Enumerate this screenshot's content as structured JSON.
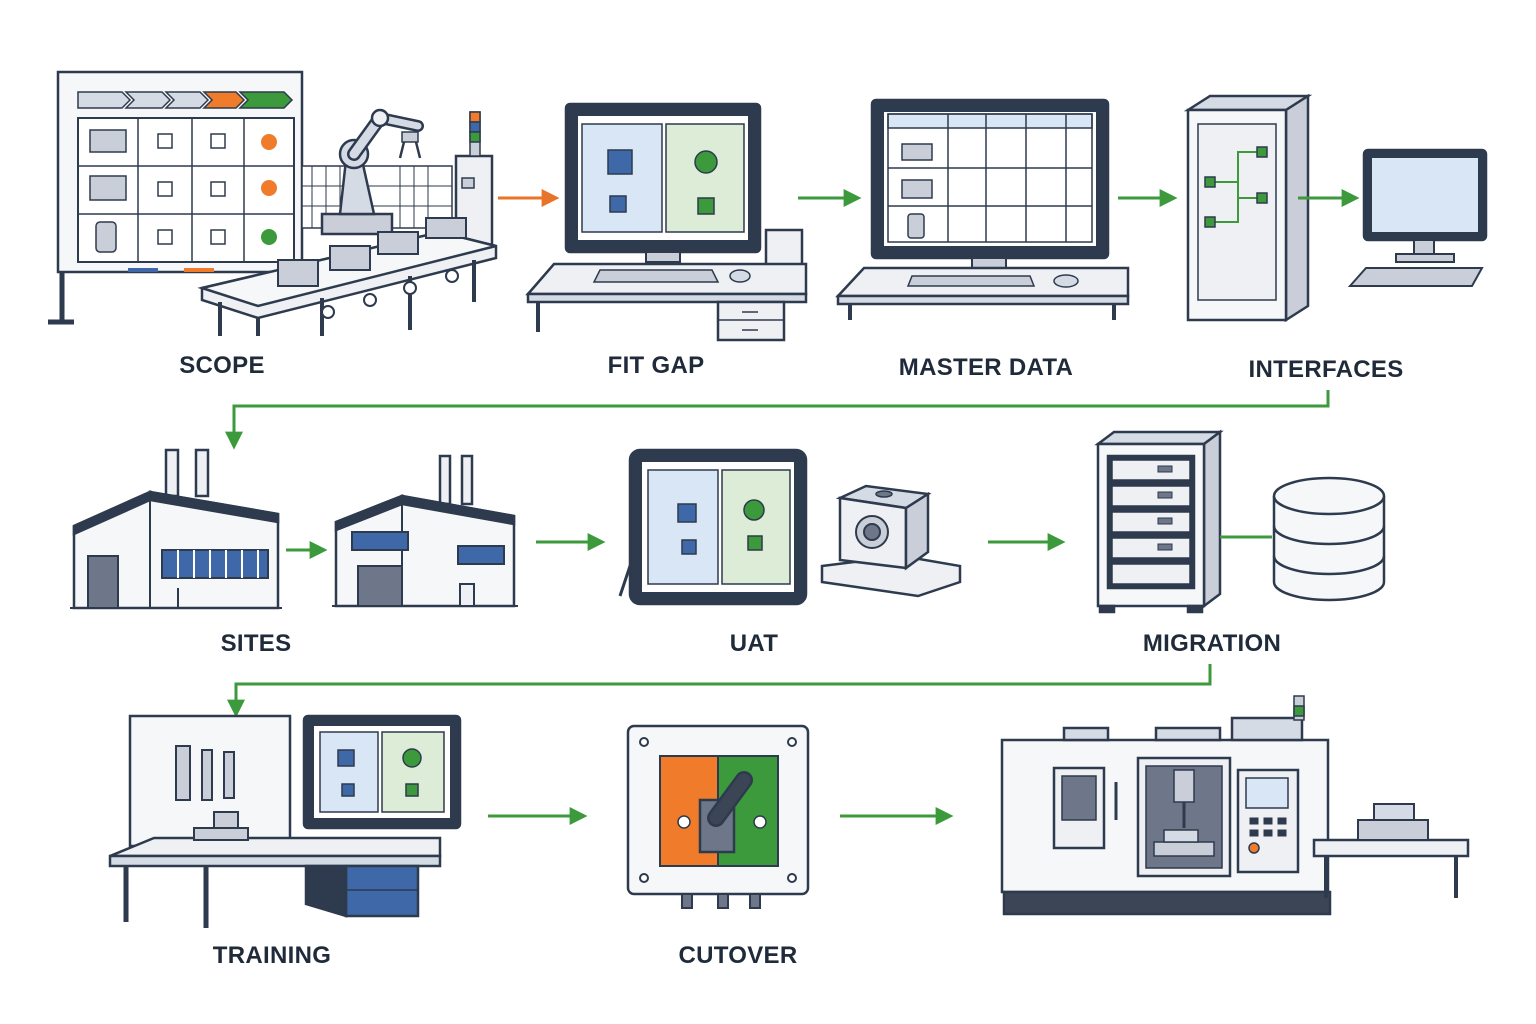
{
  "stages": [
    {
      "id": "scope",
      "label": "SCOPE"
    },
    {
      "id": "fit-gap",
      "label": "FIT GAP"
    },
    {
      "id": "master-data",
      "label": "MASTER DATA"
    },
    {
      "id": "interfaces",
      "label": "INTERFACES"
    },
    {
      "id": "sites",
      "label": "SITES"
    },
    {
      "id": "uat",
      "label": "UAT"
    },
    {
      "id": "migration",
      "label": "MIGRATION"
    },
    {
      "id": "training",
      "label": "TRAINING"
    },
    {
      "id": "cutover",
      "label": "CUTOVER"
    }
  ],
  "colors": {
    "outline": "#2e3a4d",
    "panel": "#eef0f4",
    "light": "#f6f7f9",
    "screen_blue": "#d9e6f5",
    "screen_green": "#dcecd6",
    "accent_blue": "#3f68a8",
    "accent_green": "#3c9a3c",
    "accent_orange": "#f07b2a",
    "arrow_green": "#3c9a3c",
    "arrow_orange": "#e8742a"
  }
}
